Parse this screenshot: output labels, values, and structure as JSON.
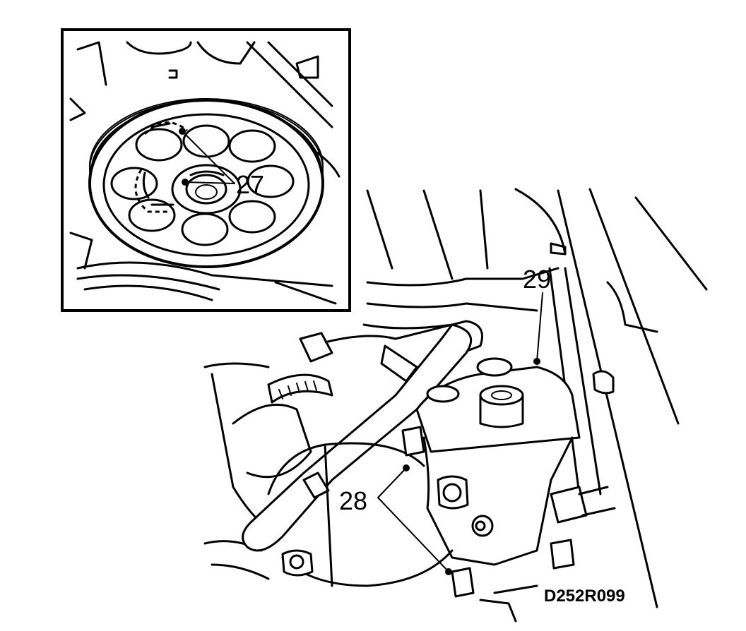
{
  "callouts": {
    "c27": "27",
    "c28": "28",
    "c29": "29"
  },
  "figure_code": "D252R099"
}
